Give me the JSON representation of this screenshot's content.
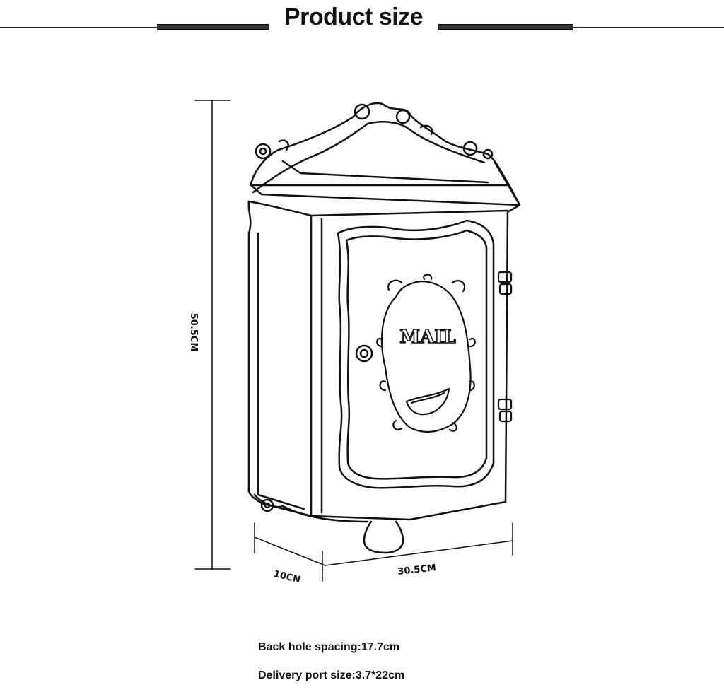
{
  "header": {
    "title": "Product size"
  },
  "dimensions": {
    "height": "50.5CM",
    "depth": "10CN",
    "width": "30.5CM"
  },
  "details": {
    "back_hole_spacing": "Back hole spacing:17.7cm",
    "delivery_port_size": "Delivery port size:3.7*22cm"
  },
  "product": {
    "embossed_text": "MAIL"
  }
}
